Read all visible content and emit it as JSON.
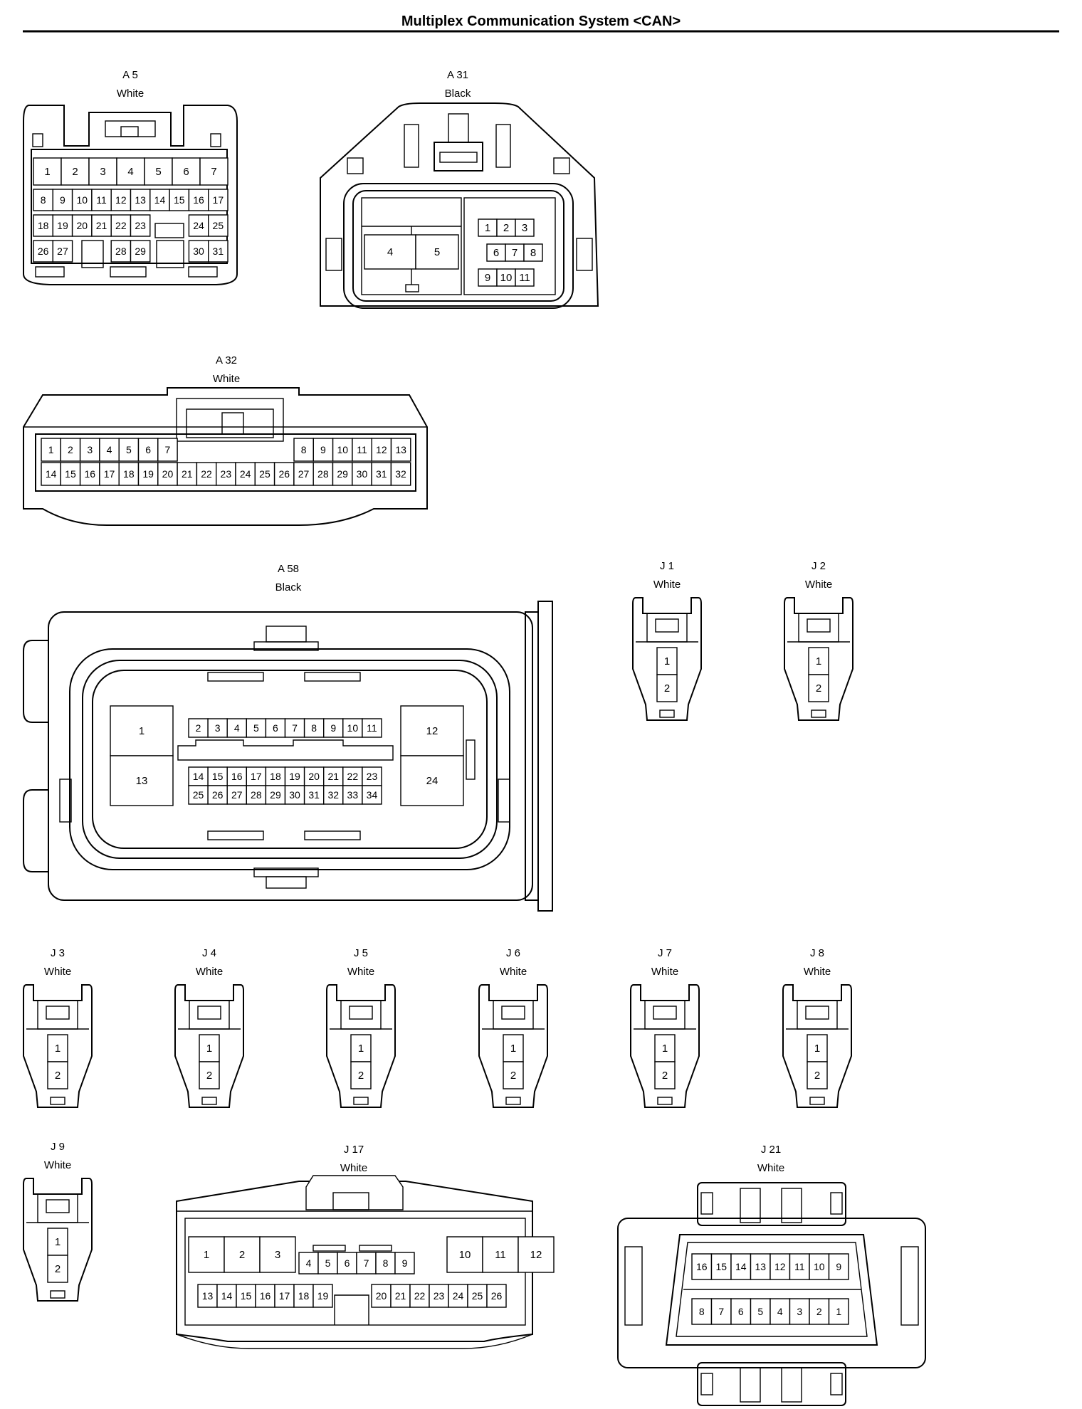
{
  "title": "Multiplex Communication System <CAN>",
  "connectors": {
    "A5": {
      "code": "A 5",
      "color": "White"
    },
    "A31": {
      "code": "A 31",
      "color": "Black"
    },
    "A32": {
      "code": "A 32",
      "color": "White"
    },
    "A58": {
      "code": "A 58",
      "color": "Black"
    },
    "J1": {
      "code": "J 1",
      "color": "White"
    },
    "J2": {
      "code": "J 2",
      "color": "White"
    },
    "J3": {
      "code": "J 3",
      "color": "White"
    },
    "J4": {
      "code": "J 4",
      "color": "White"
    },
    "J5": {
      "code": "J 5",
      "color": "White"
    },
    "J6": {
      "code": "J 6",
      "color": "White"
    },
    "J7": {
      "code": "J 7",
      "color": "White"
    },
    "J8": {
      "code": "J 8",
      "color": "White"
    },
    "J9": {
      "code": "J 9",
      "color": "White"
    },
    "J17": {
      "code": "J 17",
      "color": "White"
    },
    "J21": {
      "code": "J 21",
      "color": "White"
    }
  },
  "pins": {
    "A5": [
      "1",
      "2",
      "3",
      "4",
      "5",
      "6",
      "7",
      "8",
      "9",
      "10",
      "11",
      "12",
      "13",
      "14",
      "15",
      "16",
      "17",
      "18",
      "19",
      "20",
      "21",
      "22",
      "23",
      "24",
      "25",
      "26",
      "27",
      "28",
      "29",
      "30",
      "31"
    ],
    "A31": [
      "1",
      "2",
      "3",
      "4",
      "5",
      "6",
      "7",
      "8",
      "9",
      "10",
      "11"
    ],
    "A32": [
      "1",
      "2",
      "3",
      "4",
      "5",
      "6",
      "7",
      "8",
      "9",
      "10",
      "11",
      "12",
      "13",
      "14",
      "15",
      "16",
      "17",
      "18",
      "19",
      "20",
      "21",
      "22",
      "23",
      "24",
      "25",
      "26",
      "27",
      "28",
      "29",
      "30",
      "31",
      "32"
    ],
    "A58": [
      "1",
      "2",
      "3",
      "4",
      "5",
      "6",
      "7",
      "8",
      "9",
      "10",
      "11",
      "12",
      "13",
      "14",
      "15",
      "16",
      "17",
      "18",
      "19",
      "20",
      "21",
      "22",
      "23",
      "24",
      "25",
      "26",
      "27",
      "28",
      "29",
      "30",
      "31",
      "32",
      "33",
      "34"
    ],
    "J2pin": [
      "1",
      "2"
    ],
    "J17": [
      "1",
      "2",
      "3",
      "4",
      "5",
      "6",
      "7",
      "8",
      "9",
      "10",
      "11",
      "12",
      "13",
      "14",
      "15",
      "16",
      "17",
      "18",
      "19",
      "20",
      "21",
      "22",
      "23",
      "24",
      "25",
      "26"
    ],
    "J21": [
      "1",
      "2",
      "3",
      "4",
      "5",
      "6",
      "7",
      "8",
      "9",
      "10",
      "11",
      "12",
      "13",
      "14",
      "15",
      "16"
    ]
  }
}
